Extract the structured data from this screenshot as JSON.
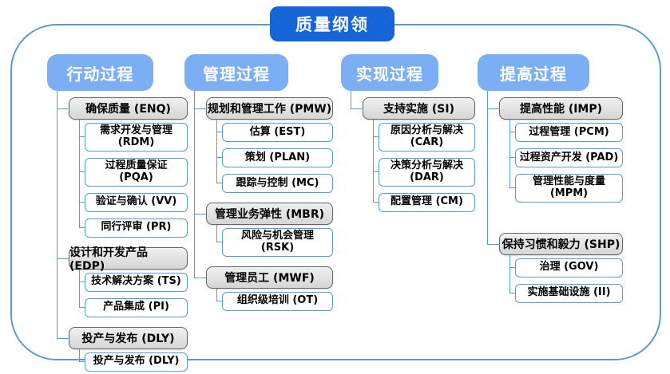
{
  "diagram": {
    "title": "质量纲领",
    "columns": [
      {
        "header": "行动过程",
        "groups": [
          {
            "label": "确保质量 (ENQ)",
            "children": [
              "需求开发与管理 (RDM)",
              "过程质量保证 (PQA)",
              "验证与确认 (VV)",
              "同行评审 (PR)"
            ]
          },
          {
            "label": "设计和开发产品 (EDP)",
            "children": [
              "技术解决方案 (TS)",
              "产品集成 (PI)"
            ]
          },
          {
            "label": "投产与发布 (DLY)",
            "children": [
              "投产与发布 (DLY)"
            ]
          }
        ]
      },
      {
        "header": "管理过程",
        "groups": [
          {
            "label": "规划和管理工作 (PMW)",
            "children": [
              "估算 (EST)",
              "策划 (PLAN)",
              "跟踪与控制 (MC)"
            ]
          },
          {
            "label": "管理业务弹性 (MBR)",
            "children": [
              "风险与机会管理 (RSK)"
            ]
          },
          {
            "label": "管理员工 (MWF)",
            "children": [
              "组织级培训 (OT)"
            ]
          }
        ]
      },
      {
        "header": "实现过程",
        "groups": [
          {
            "label": "支持实施 (SI)",
            "children": [
              "原因分析与解决 (CAR)",
              "决策分析与解决 (DAR)",
              "配置管理 (CM)"
            ]
          }
        ]
      },
      {
        "header": "提高过程",
        "groups": [
          {
            "label": "提高性能 (IMP)",
            "children": [
              "过程管理 (PCM)",
              "过程资产开发 (PAD)",
              "管理性能与度量 (MPM)"
            ]
          },
          {
            "label": "保持习惯和毅力 (SHP)",
            "children": [
              "治理 (GOV)",
              "实施基础设施 (II)"
            ]
          }
        ]
      }
    ],
    "colors": {
      "title_blue": "#1565D9",
      "header_blue": "#7BAEF2",
      "line_blue": "#5B9BD5",
      "gray_fill_top": "#f0f0f0",
      "gray_fill_bottom": "#d5d5d5",
      "gray_border": "#666666"
    }
  }
}
